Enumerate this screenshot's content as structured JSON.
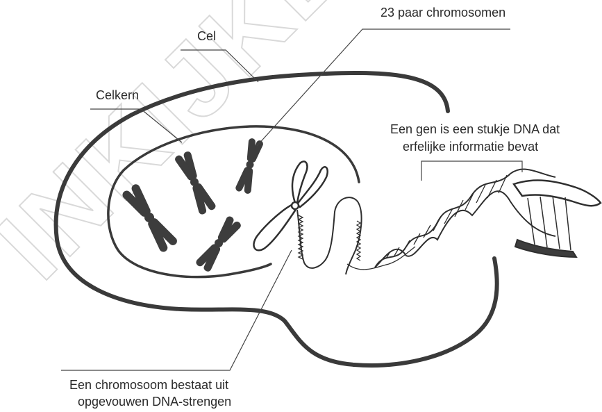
{
  "labels": {
    "chromosome_count": "23 paar chromosomen",
    "cell": "Cel",
    "nucleus": "Celkern",
    "gene_line1": "Een gen is een stukje DNA dat",
    "gene_line2": "erfelijke informatie bevat",
    "chromosome_line1": "Een chromosoom bestaat uit",
    "chromosome_line2": "opgevouwen DNA-strengen"
  },
  "watermark": "INKIJKEXEMPLAAR",
  "colors": {
    "outline": "#3a3a3a",
    "chromosome": "#3d3d3d",
    "watermark": "#d9d9d9"
  }
}
